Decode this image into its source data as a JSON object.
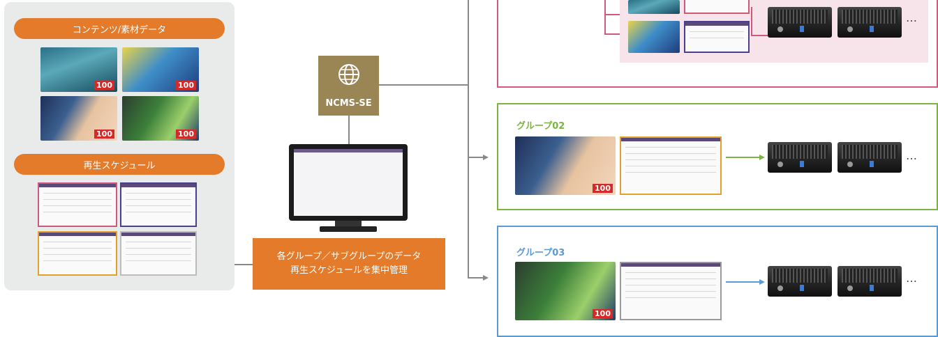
{
  "left_panel": {
    "contents_label": "コンテンツ/素材データ",
    "schedule_label": "再生スケジュール",
    "thumb_prices": [
      "100",
      "100",
      "100",
      "100"
    ]
  },
  "server": {
    "label": "NCMS-SE",
    "icon": "globe-icon"
  },
  "management": {
    "line1": "各グループ／サブグループのデータ",
    "line2": "再生スケジュールを集中管理"
  },
  "groups": [
    {
      "title": "グループ02",
      "color": "#7cb342",
      "thumb_price": "100",
      "schedule_border": "#e3a02b",
      "more": "…"
    },
    {
      "title": "グループ03",
      "color": "#5b9bd5",
      "thumb_price": "100",
      "schedule_border": "#9a9a9a",
      "more": "…"
    }
  ],
  "group01": {
    "color": "#d0587a",
    "inner_bg": "#f7e3ea",
    "more": "…"
  },
  "colors": {
    "orange": "#e37b2b",
    "server_brown": "#9a8555",
    "line_gray": "#888888"
  }
}
